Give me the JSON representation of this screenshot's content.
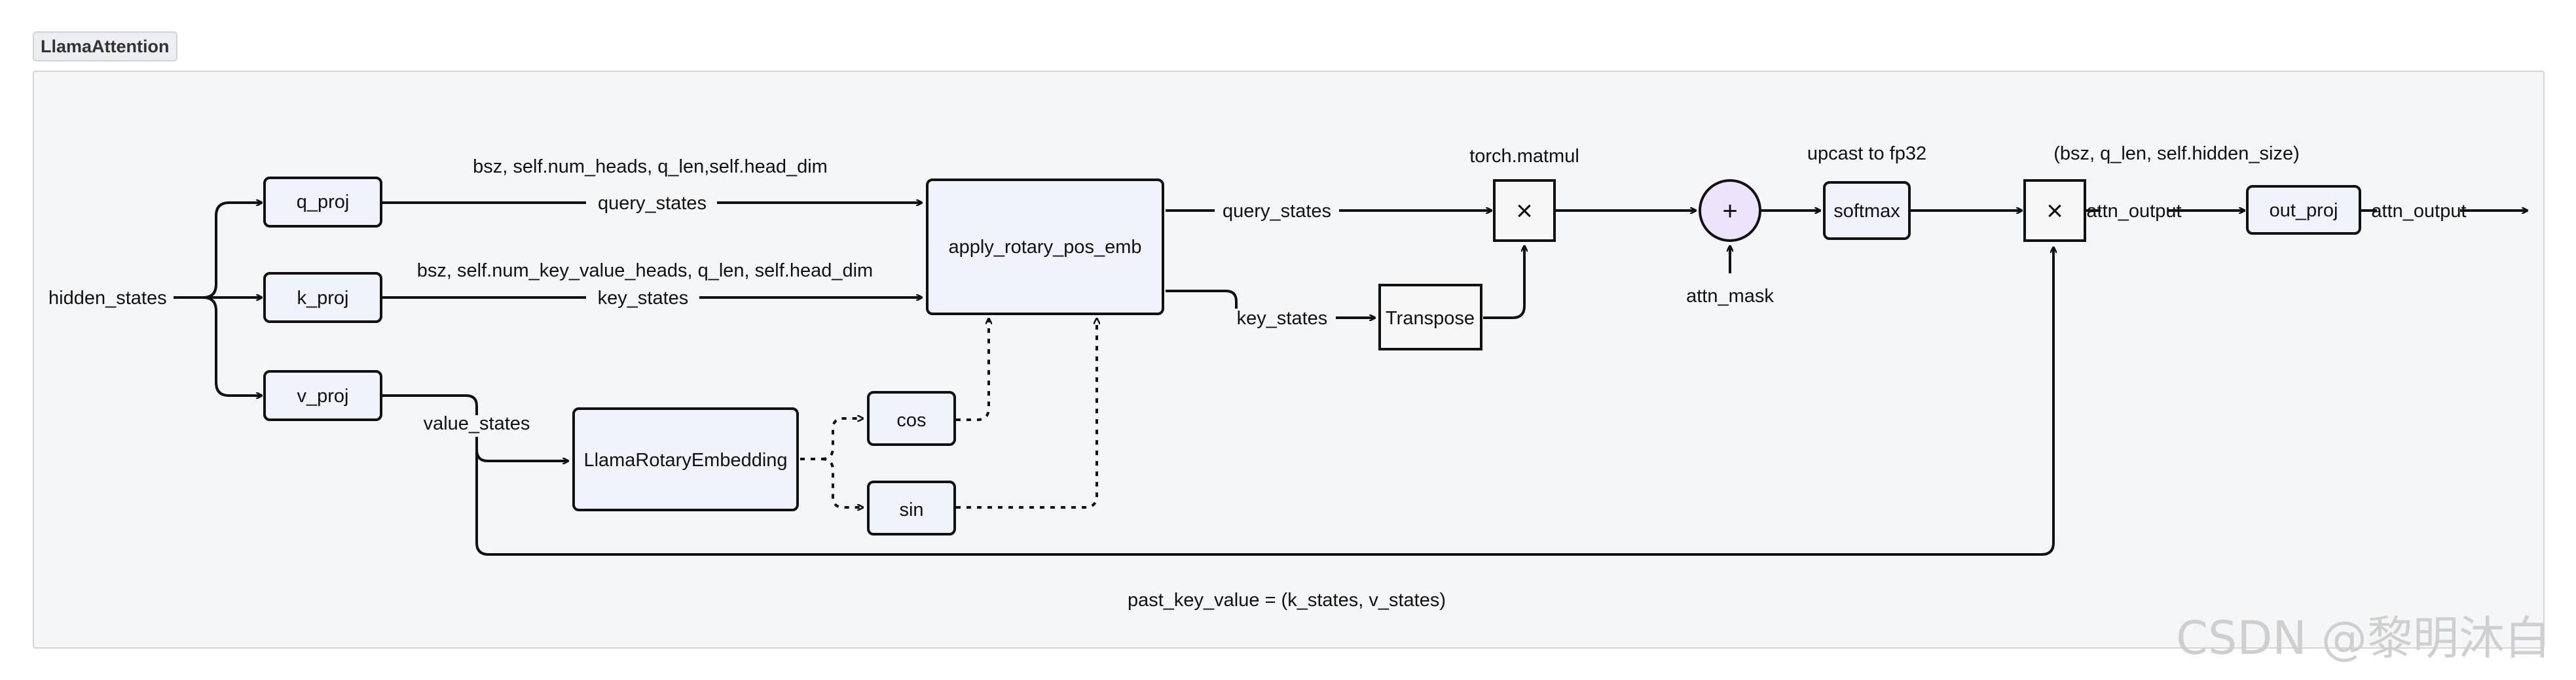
{
  "tag": "LlamaAttention",
  "nodes": {
    "hidden_states": "hidden_states",
    "q_proj": "q_proj",
    "k_proj": "k_proj",
    "v_proj": "v_proj",
    "rope": "apply_rotary_pos_emb",
    "rot_emb": "LlamaRotaryEmbedding",
    "cos": "cos",
    "sin": "sin",
    "transpose": "Transpose",
    "softmax": "softmax",
    "out_proj": "out_proj",
    "times_symbol": "×",
    "plus_symbol": "+"
  },
  "edges": {
    "q_shape": "bsz,  self.num_heads, q_len,self.head_dim",
    "query_states_in": "query_states",
    "kv_shape": "bsz, self.num_key_value_heads, q_len, self.head_dim",
    "key_states_in": "key_states",
    "value_states": "value_states",
    "query_states_out": "query_states",
    "key_states_out": "key_states",
    "matmul": "torch.matmul",
    "attn_mask": "attn_mask",
    "upcast": "upcast to fp32",
    "out_shape": "(bsz, q_len, self.hidden_size)",
    "attn_output_1": "attn_output",
    "attn_output_2": "attn_output",
    "past_kv": "past_key_value = (k_states, v_states)"
  },
  "watermark": "CSDN @黎明沐白",
  "colors": {
    "node_fill": "#f0f2fc",
    "plus_fill": "#ece4fb",
    "op_fill": "#f7f7f7",
    "frame_bg": "#f5f6f8",
    "stroke": "#111111"
  }
}
